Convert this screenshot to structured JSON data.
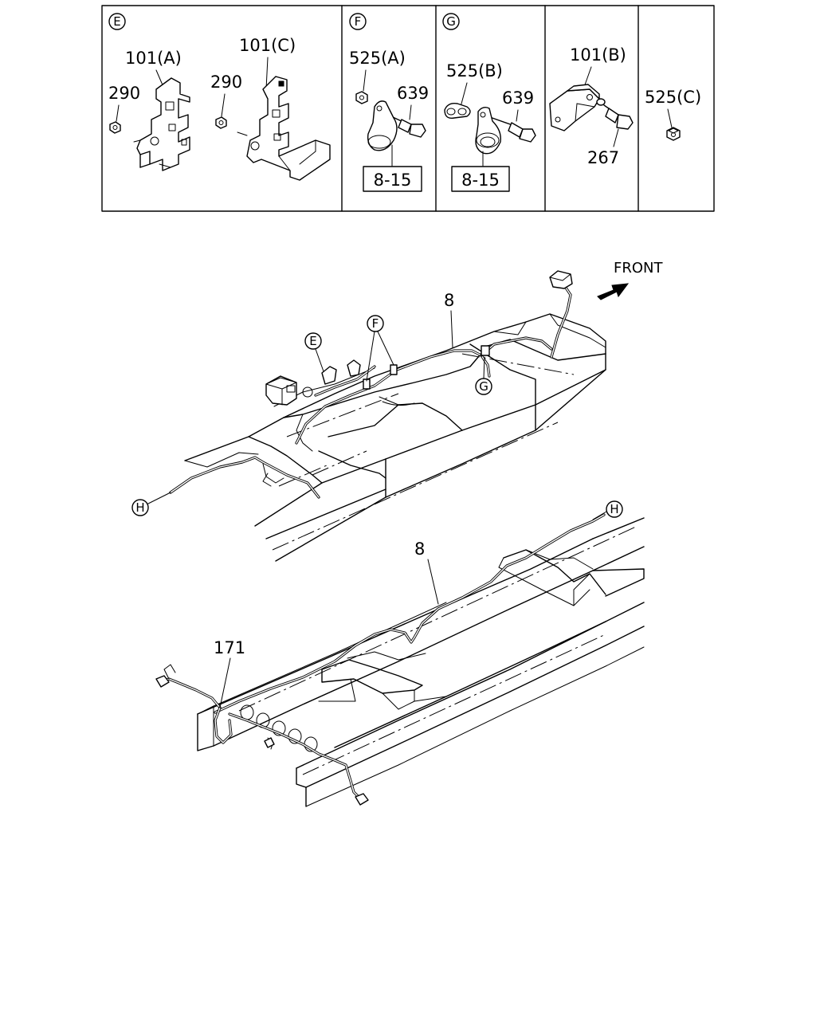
{
  "header_panels": {
    "E": {
      "callout": "E",
      "labels": [
        "101(A)",
        "290",
        "101(C)",
        "290"
      ]
    },
    "F": {
      "callout": "F",
      "labels": [
        "525(A)",
        "639"
      ],
      "ref_box": "8-15"
    },
    "G": {
      "callout": "G",
      "labels": [
        "525(B)",
        "639"
      ],
      "ref_box": "8-15"
    },
    "B": {
      "labels": [
        "101(B)",
        "267"
      ]
    },
    "C": {
      "labels": [
        "525(C)"
      ]
    }
  },
  "main_view": {
    "front_label": "FRONT",
    "part_numbers": [
      "8",
      "8",
      "171"
    ],
    "callouts": [
      "E",
      "F",
      "G",
      "H",
      "H"
    ]
  }
}
